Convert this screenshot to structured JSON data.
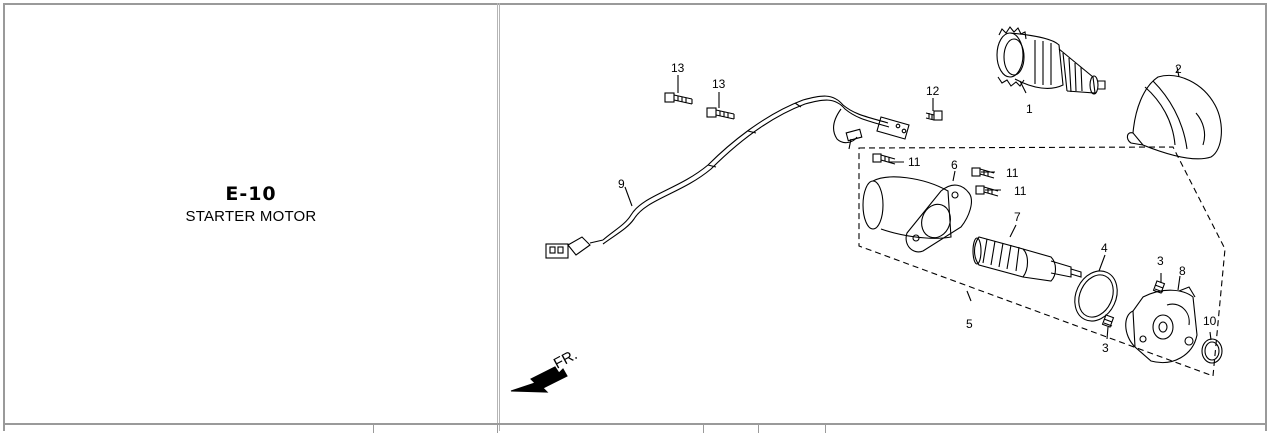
{
  "header": {
    "code": "E-10",
    "title": "STARTER MOTOR"
  },
  "diagram": {
    "direction_label": "FR.",
    "callouts": [
      "13",
      "13",
      "12",
      "1",
      "2",
      "9",
      "11",
      "11",
      "11",
      "6",
      "7",
      "4",
      "3",
      "8",
      "5",
      "10",
      "3"
    ]
  }
}
